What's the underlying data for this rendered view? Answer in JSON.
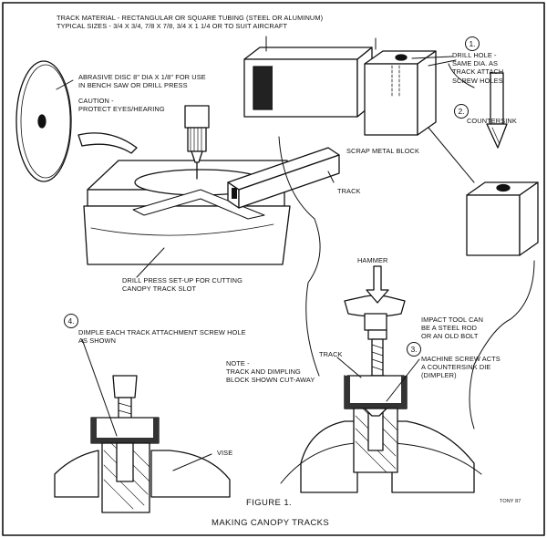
{
  "labels": {
    "track_material": "TRACK MATERIAL - RECTANGULAR OR SQUARE TUBING  (STEEL OR ALUMINUM)\nTYPICAL SIZES - 3/4 x 3/4, 7/8 x 7/8, 3/4 x 1 1/4 OR TO SUIT AIRCRAFT",
    "abrasive_disc": "ABRASIVE DISC  8\" DIA x 1/8\" FOR USE\nIN BENCH SAW OR DRILL PRESS",
    "caution": "CAUTION -\nPROTECT EYES/HEARING",
    "drill_hole": "DRILL HOLE -\nSAME DIA. AS\nTRACK ATTACH\nSCREW HOLES",
    "countersink": "COUNTERSINK",
    "scrap_block": "SCRAP METAL BLOCK",
    "track_top": "TRACK",
    "drill_press": "DRILL PRESS SET-UP FOR CUTTING\nCANOPY TRACK SLOT",
    "hammer": "HAMMER",
    "impact_tool": "IMPACT TOOL CAN\nBE A STEEL ROD\nOR AN OLD BOLT",
    "track_lower": "TRACK",
    "machine_screw": "MACHINE SCREW ACTS\nA COUNTERSINK DIE\n(DIMPLER)",
    "dimple": "DIMPLE EACH TRACK ATTACHMENT SCREW HOLE\nAS SHOWN",
    "note": "NOTE -\nTRACK AND DIMPLING\nBLOCK SHOWN CUT-AWAY",
    "vise": "VISE",
    "figure": "FIGURE 1.",
    "caption": "MAKING CANOPY TRACKS",
    "signature": "TONY 87"
  },
  "steps": {
    "s1": "1.",
    "s2": "2.",
    "s3": "3.",
    "s4": "4."
  }
}
